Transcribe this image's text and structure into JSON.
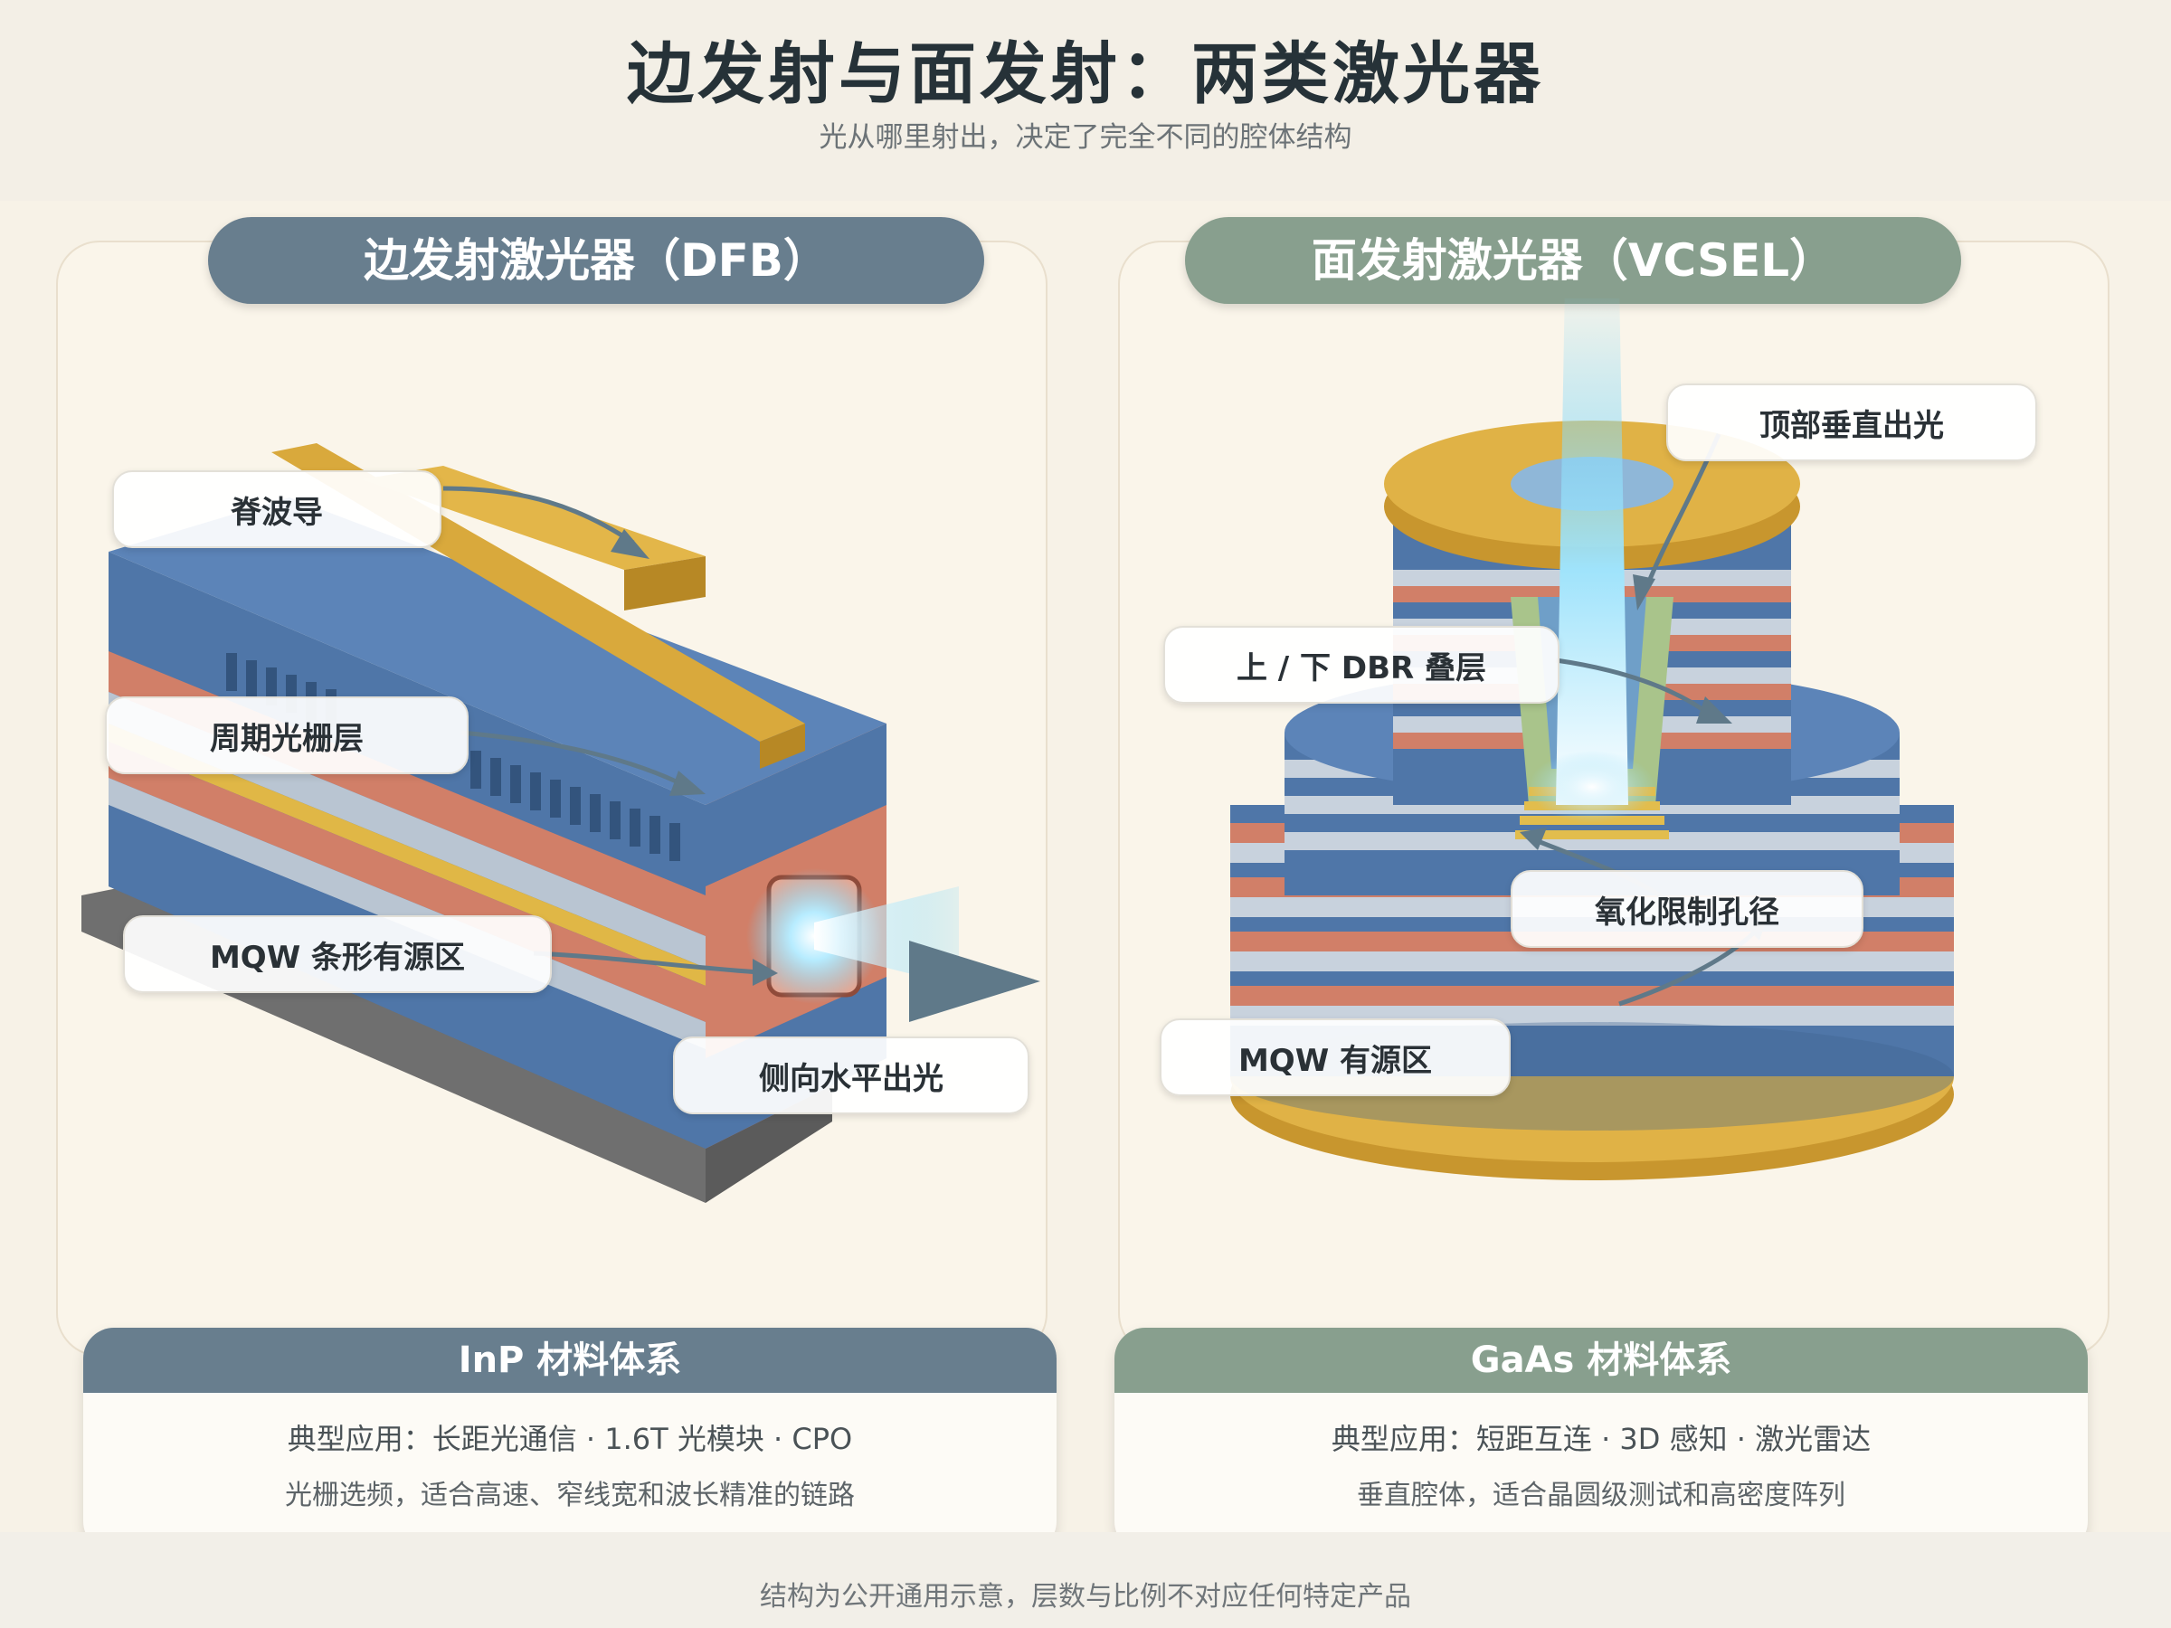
{
  "header": {
    "title": "边发射与面发射：两类激光器",
    "subtitle": "光从哪里射出，决定了完全不同的腔体结构"
  },
  "left": {
    "title": "边发射激光器（DFB）",
    "callouts": {
      "ridge": "脊波导",
      "grating": "周期光栅层",
      "mqw": "MQW 条形有源区",
      "output": "侧向水平出光"
    },
    "card": {
      "title": "InP 材料体系",
      "line1": "典型应用：长距光通信 · 1.6T 光模块 · CPO",
      "line2": "光栅选频，适合高速、窄线宽和波长精准的链路"
    }
  },
  "right": {
    "title": "面发射激光器（VCSEL）",
    "callouts": {
      "top": "顶部垂直出光",
      "dbr": "上 / 下 DBR 叠层",
      "oxide": "氧化限制孔径",
      "mqw": "MQW 有源区"
    },
    "card": {
      "title": "GaAs 材料体系",
      "line1": "典型应用：短距互连 · 3D 感知 · 激光雷达",
      "line2": "垂直腔体，适合晶圆级测试和高密度阵列"
    }
  },
  "footer": {
    "note": "结构为公开通用示意，层数与比例不对应任何特定产品"
  },
  "colors": {
    "dfb_accent": "#687e8e",
    "vcsel_accent": "#889f8e",
    "blue_layer": "#4f76a8",
    "red_layer": "#d17f68",
    "gold_contact": "#d9a93c",
    "grey_layer": "#b9c5d2",
    "green_aperture": "#a9c48b"
  }
}
